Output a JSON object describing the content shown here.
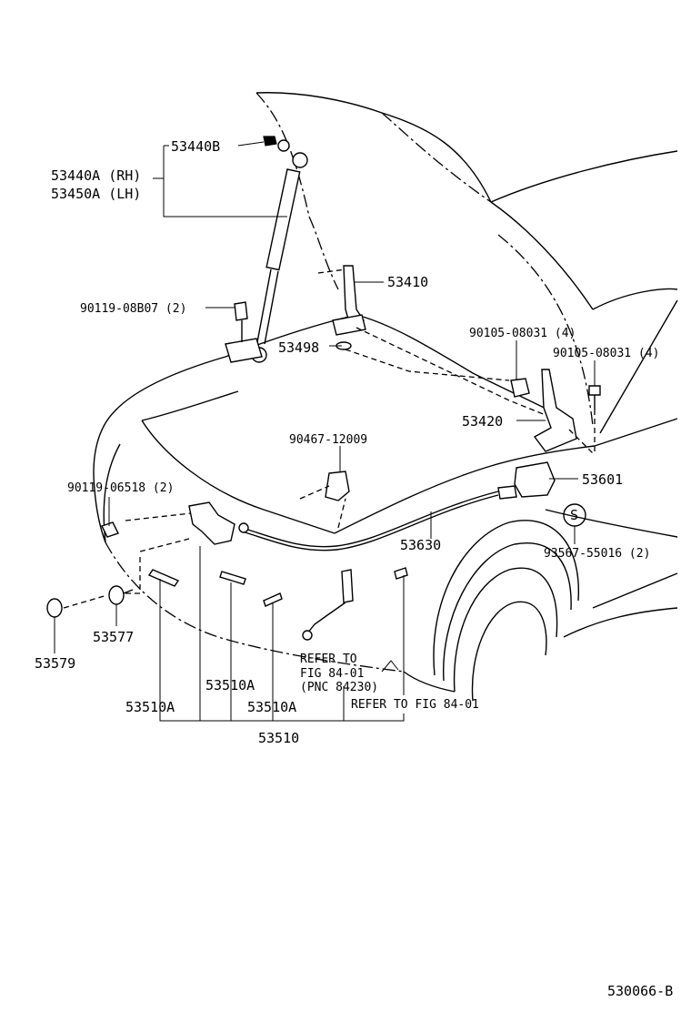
{
  "labels": {
    "p53440B": "53440B",
    "p53440A": "53440A (RH)",
    "p53450A": "53450A (LH)",
    "p53410": "53410",
    "p53498": "53498",
    "p90119_08B07": "90119-08B07 (2)",
    "p90105_a": "90105-08031 (4)",
    "p90105_b": "90105-08031 (4)",
    "p53420": "53420",
    "p90467": "90467-12009",
    "p90119_06518": "90119-06518 (2)",
    "p53601": "53601",
    "p53630": "53630",
    "s_symbol": "S",
    "p93567": "93567-55016 (2)",
    "p53577": "53577",
    "p53579": "53579",
    "refer1_line1": "REFER TO",
    "refer1_line2": "FIG 84-01",
    "refer1_line3": "(PNC 84230)",
    "refer2": "REFER TO FIG 84-01",
    "p53510A_1": "53510A",
    "p53510A_2": "53510A",
    "p53510A_3": "53510A",
    "p53510": "53510",
    "figure_code": "530066-B"
  }
}
